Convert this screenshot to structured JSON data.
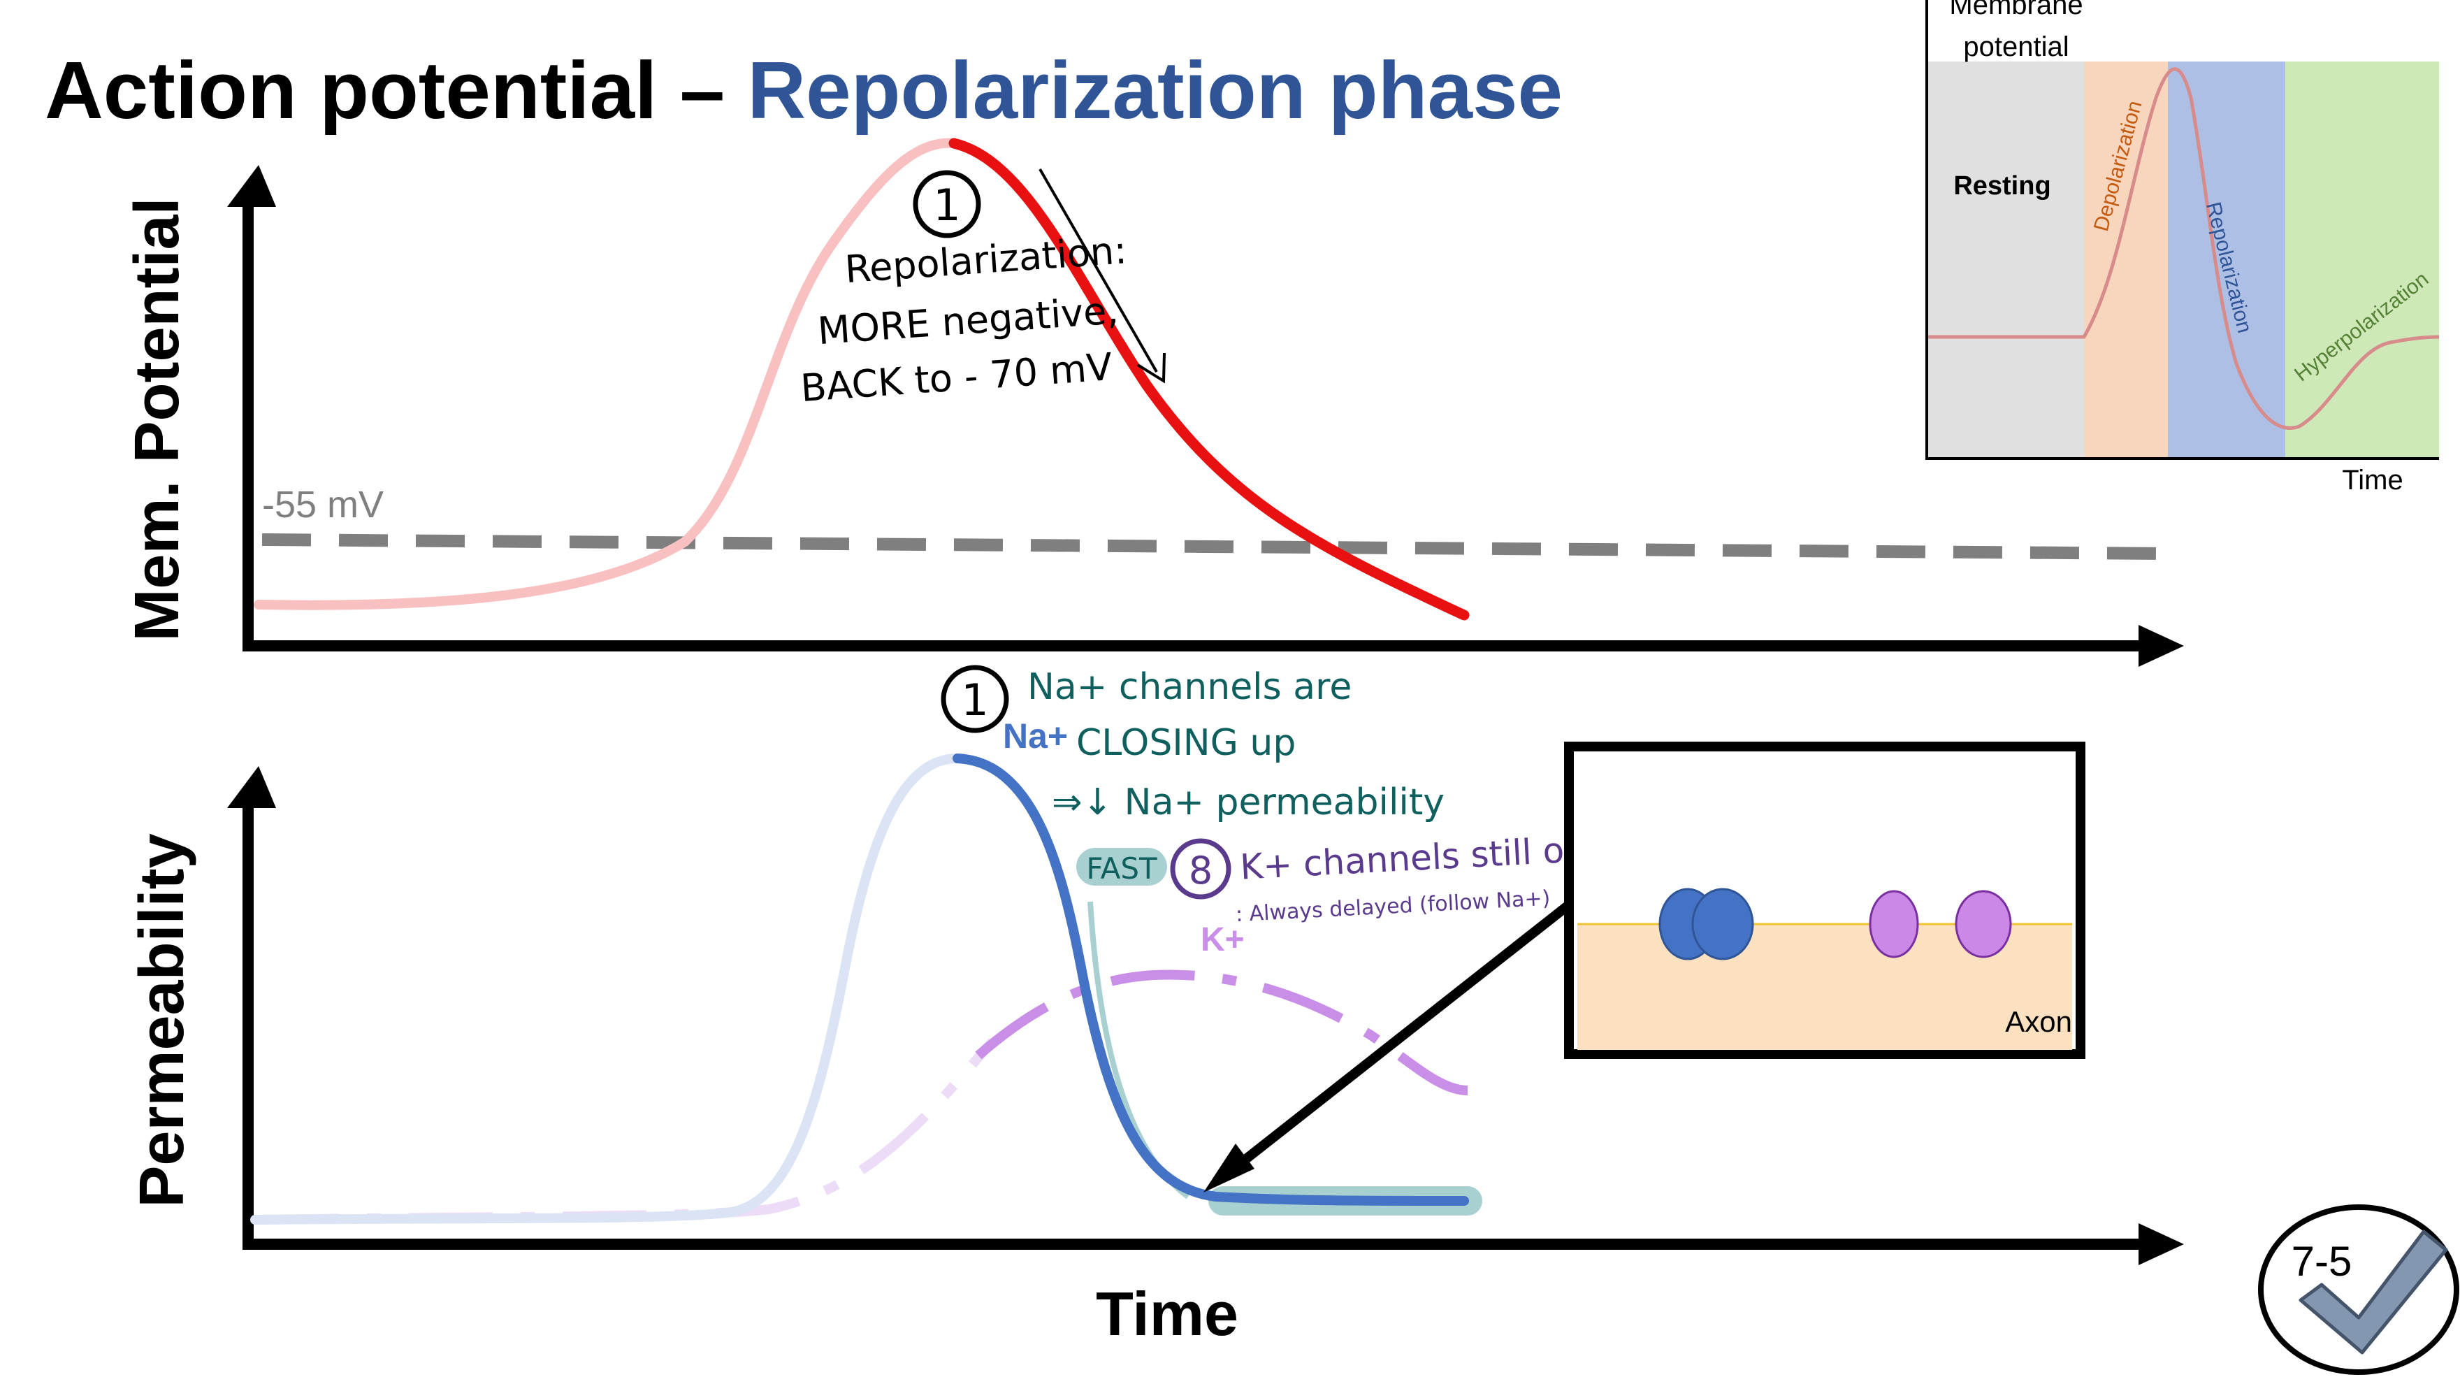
{
  "title": {
    "part1": "Action potential – ",
    "part2": "Repolarization phase"
  },
  "top_graph": {
    "y_label": "Mem. Potential",
    "threshold_label": "-55 mV",
    "note_number": "1",
    "note_lines": [
      "Repolarization:",
      "MORE negative,",
      "BACK to  - 70 mV"
    ]
  },
  "bottom_graph": {
    "y_label": "Permeability",
    "x_label": "Time",
    "na_label": "Na+",
    "k_label": "K+",
    "note1_number": "1",
    "note1_lines": [
      "Na+ channels are",
      "CLOSING up",
      "⇒↓ Na+ permeability"
    ],
    "fast_label": "FAST",
    "note2_number": "8",
    "note2_line": "K+ channels still open",
    "note2_sub": ": Always delayed (follow Na+)"
  },
  "inset_axon": {
    "label": "Axon"
  },
  "mini_chart": {
    "y_label_lines": [
      "Membrane",
      "potential"
    ],
    "x_label": "Time",
    "phases": [
      "Resting",
      "Depolarization",
      "Repolarization",
      "Hyperpolarization"
    ],
    "colors": {
      "resting": "#e0e0e0",
      "depolarization": "#f8d5bd",
      "repolarization": "#aebfe6",
      "hyperpolarization": "#cfe8b8"
    }
  },
  "badge": {
    "label": "7-5"
  },
  "colors": {
    "na_blue": "#4472c4",
    "k_purple": "#c88ee8",
    "ap_red": "#e81010",
    "teal": "#0f5f5f",
    "dark_purple": "#5a3a8c"
  }
}
